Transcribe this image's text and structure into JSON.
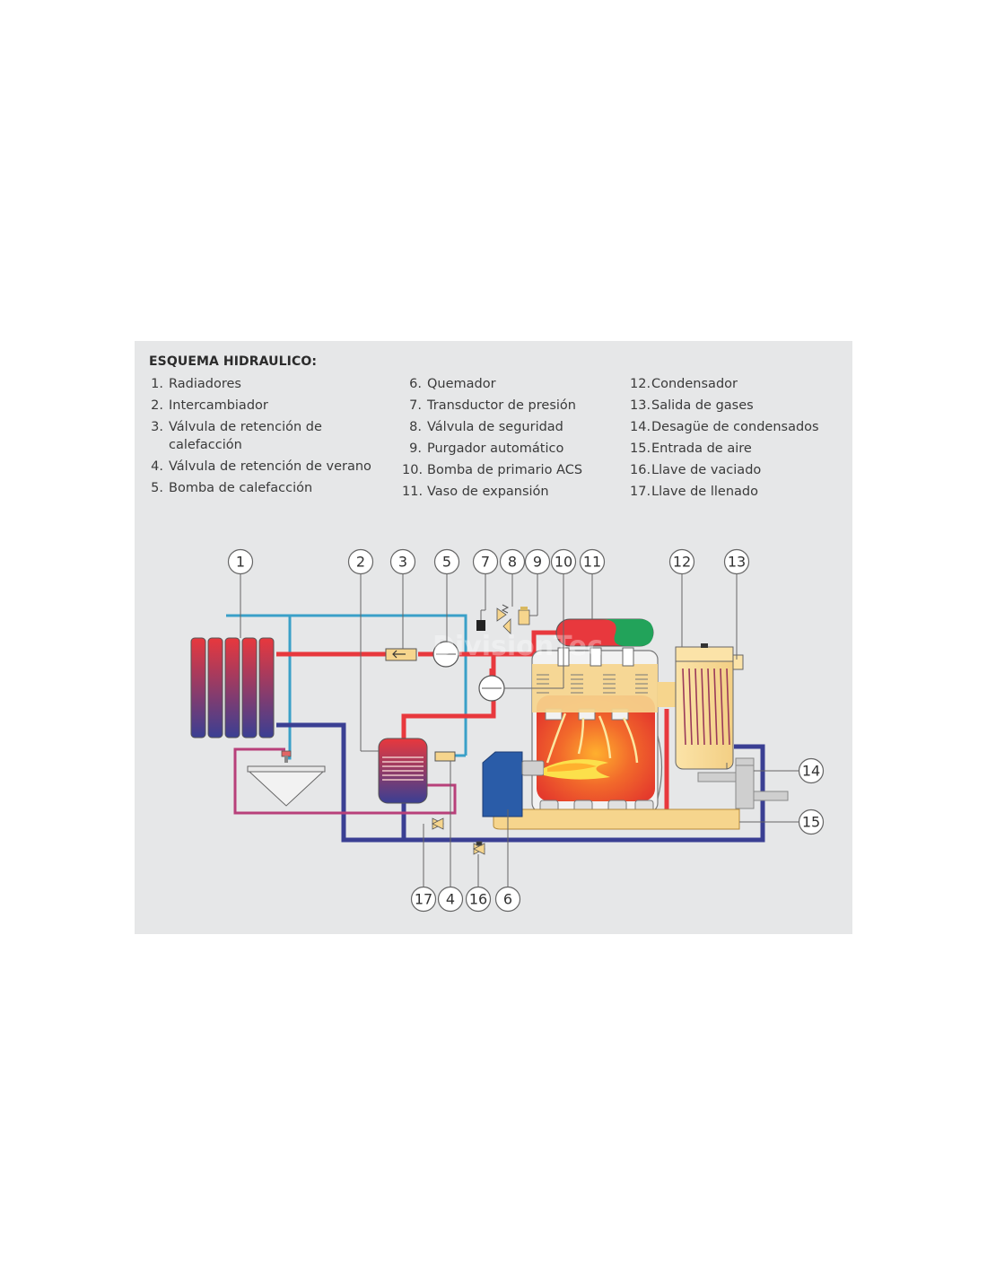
{
  "title": "ESQUEMA HIDRAULICO:",
  "legend": {
    "col1": [
      {
        "num": "1.",
        "label": "Radiadores"
      },
      {
        "num": "2.",
        "label": "Intercambiador"
      },
      {
        "num": "3.",
        "label": "Válvula de retención de calefacción"
      },
      {
        "num": "4.",
        "label": "Válvula de retención de verano"
      },
      {
        "num": "5.",
        "label": "Bomba de calefacción"
      }
    ],
    "col2": [
      {
        "num": "6.",
        "label": "Quemador"
      },
      {
        "num": "7.",
        "label": "Transductor de presión"
      },
      {
        "num": "8.",
        "label": "Válvula de seguridad"
      },
      {
        "num": "9.",
        "label": "Purgador automático"
      },
      {
        "num": "10.",
        "label": "Bomba de primario ACS"
      },
      {
        "num": "11.",
        "label": "Vaso de expansión"
      }
    ],
    "col3": [
      {
        "num": "12.",
        "label": "Condensador"
      },
      {
        "num": "13.",
        "label": "Salida de gases"
      },
      {
        "num": "14.",
        "label": "Desagüe de condensados"
      },
      {
        "num": "15.",
        "label": "Entrada de aire"
      },
      {
        "num": "16.",
        "label": "Llave de vaciado"
      },
      {
        "num": "17.",
        "label": "Llave de llenado"
      }
    ]
  },
  "callouts": {
    "c1": "1",
    "c2": "2",
    "c3": "3",
    "c5": "5",
    "c7": "7",
    "c8": "8",
    "c9": "9",
    "c10": "10",
    "c11": "11",
    "c12": "12",
    "c13": "13",
    "c14": "14",
    "c15": "15",
    "c17": "17",
    "c4": "4",
    "c16": "16",
    "c6": "6"
  },
  "watermark": "DivisionTec",
  "colors": {
    "hot_pipe": "#e8383d",
    "cold_pipe": "#3a3f93",
    "supply_line": "#3aa0c8",
    "return_line": "#b8407a",
    "air_duct": "#f6d58d",
    "expansion_green": "#22a35a",
    "burner_blue": "#2a5ca8",
    "panel_bg": "#e6e7e8"
  }
}
